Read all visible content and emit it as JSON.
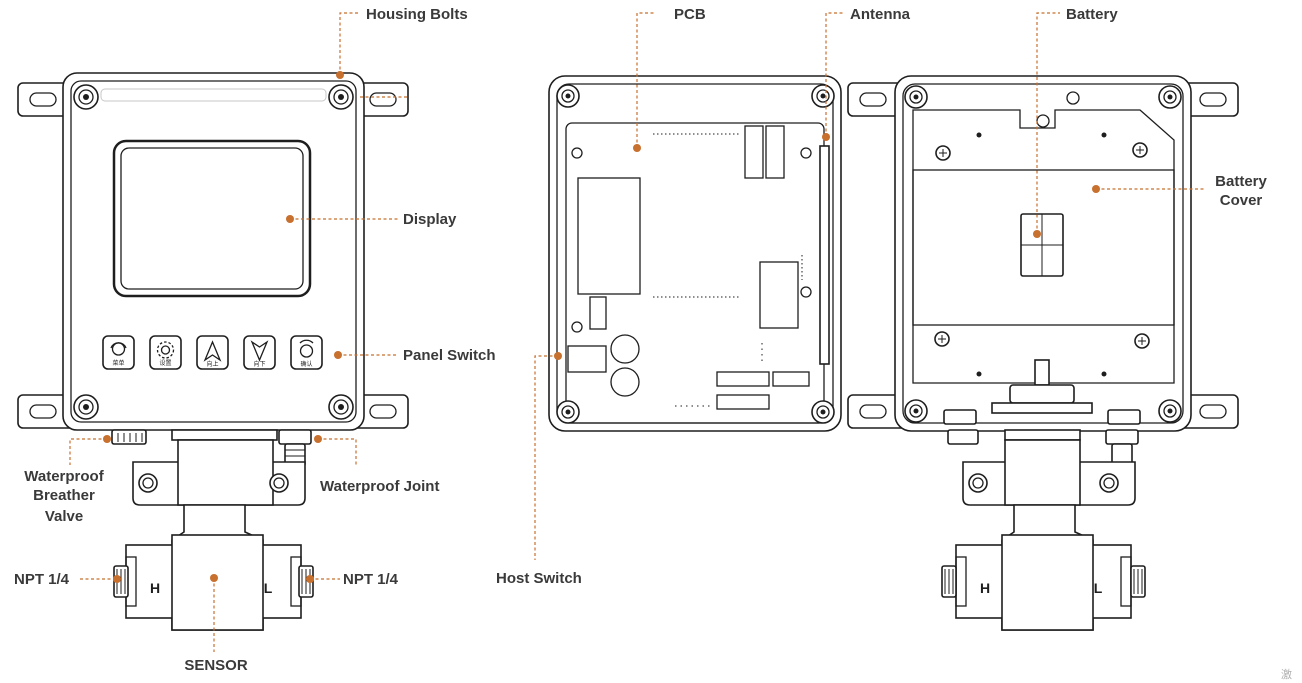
{
  "labels": {
    "housing_bolts": "Housing Bolts",
    "display": "Display",
    "panel_switch": "Panel Switch",
    "waterproof_breather_valve_1": "Waterproof",
    "waterproof_breather_valve_2": "Breather",
    "waterproof_breather_valve_3": "Valve",
    "waterproof_joint": "Waterproof Joint",
    "npt_left": "NPT 1/4",
    "npt_right": "NPT 1/4",
    "sensor": "SENSOR",
    "pcb": "PCB",
    "antenna": "Antenna",
    "host_switch": "Host Switch",
    "battery": "Battery",
    "battery_cover_1": "Battery",
    "battery_cover_2": "Cover"
  },
  "port_marks": {
    "high": "H",
    "low": "L"
  },
  "panel_buttons": [
    {
      "name": "menu",
      "label": "菜单"
    },
    {
      "name": "settings",
      "label": "设置"
    },
    {
      "name": "up",
      "label": "向上"
    },
    {
      "name": "down",
      "label": "向下"
    },
    {
      "name": "confirm",
      "label": "确认"
    }
  ],
  "watermark": "激",
  "colors": {
    "accent": "#c8702e",
    "line": "#1e1e1e",
    "text": "#3a3a3a",
    "background": "#ffffff"
  }
}
